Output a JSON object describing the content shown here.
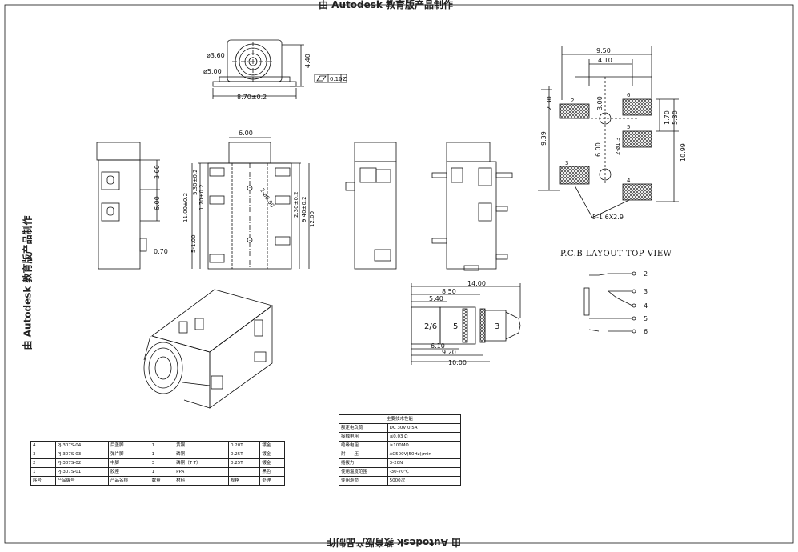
{
  "watermark": {
    "text": "由 Autodesk 教育版产品制作"
  },
  "pcb_layout": {
    "title": "P.C.B LAYOUT TOP VIEW",
    "pin_labels": [
      "2",
      "3",
      "4",
      "5",
      "6"
    ],
    "pad_labels": [
      "2",
      "6",
      "5",
      "3",
      "4"
    ],
    "dims": {
      "width_total": "9.50",
      "width_inner": "4.10",
      "d1": "2.30",
      "d2": "3.00",
      "d3": "1.70",
      "d4": "5.30",
      "d5": "9.39",
      "d6": "6.00",
      "d7": "10.99",
      "hole": "2-ø1.3",
      "slot": "5-1.6X2.9"
    }
  },
  "front_view": {
    "d_inner": "ø3.60",
    "d_outer": "ø5.00",
    "height": "4.40",
    "width": "8.70±0.2",
    "tolerance_value": "0.10",
    "tolerance_ref": "Z"
  },
  "side_view": {
    "top_width": "6.00",
    "h1": "3.00",
    "h2": "6.00",
    "pin": "0.70",
    "h3": "11.00±0.2",
    "h4": "5.30±0.2",
    "h5": "1.70±0.2",
    "h6": "5-1.00",
    "hole": "2-ø0.80",
    "h7": "2.30±0.2",
    "h8": "9.40±0.2",
    "h9": "12.00"
  },
  "plug_view": {
    "len_total": "14.00",
    "len_a": "8.50",
    "len_b": "5.40",
    "len_c": "6.10",
    "len_d": "9.20",
    "len_e": "10.00",
    "seg_labels": [
      "2/6",
      "5",
      "3"
    ]
  },
  "bom": {
    "rows": [
      [
        "4",
        "PJ-307S-04",
        "后盖脚",
        "1",
        "黄铜",
        "0.20T",
        "镀金"
      ],
      [
        "3",
        "PJ-307S-03",
        "弹片脚",
        "1",
        "磷铜",
        "0.25T",
        "镀金"
      ],
      [
        "2",
        "PJ-307S-02",
        "中脚",
        "3",
        "磷铜（T T）",
        "0.25T",
        "镀金"
      ],
      [
        "1",
        "PJ-307S-01",
        "胶座",
        "1",
        "PPA",
        "",
        "黑色"
      ]
    ],
    "header": [
      "序号",
      "产品编号",
      "产品名称",
      "数量",
      "材料",
      "规格",
      "处理"
    ]
  },
  "spec": {
    "title": "主要技术性能",
    "rows": [
      [
        "额定电负荷",
        "DC 30V 0.5A"
      ],
      [
        "接触电阻",
        "≤0.03 Ω"
      ],
      [
        "绝缘电阻",
        "≥100MΩ"
      ],
      [
        "耐　　压",
        "AC500V(50Hz)/min"
      ],
      [
        "插拔力",
        "3-20N"
      ],
      [
        "使用温度范围",
        "-30-70℃"
      ],
      [
        "使用寿命",
        "5000次"
      ]
    ]
  }
}
